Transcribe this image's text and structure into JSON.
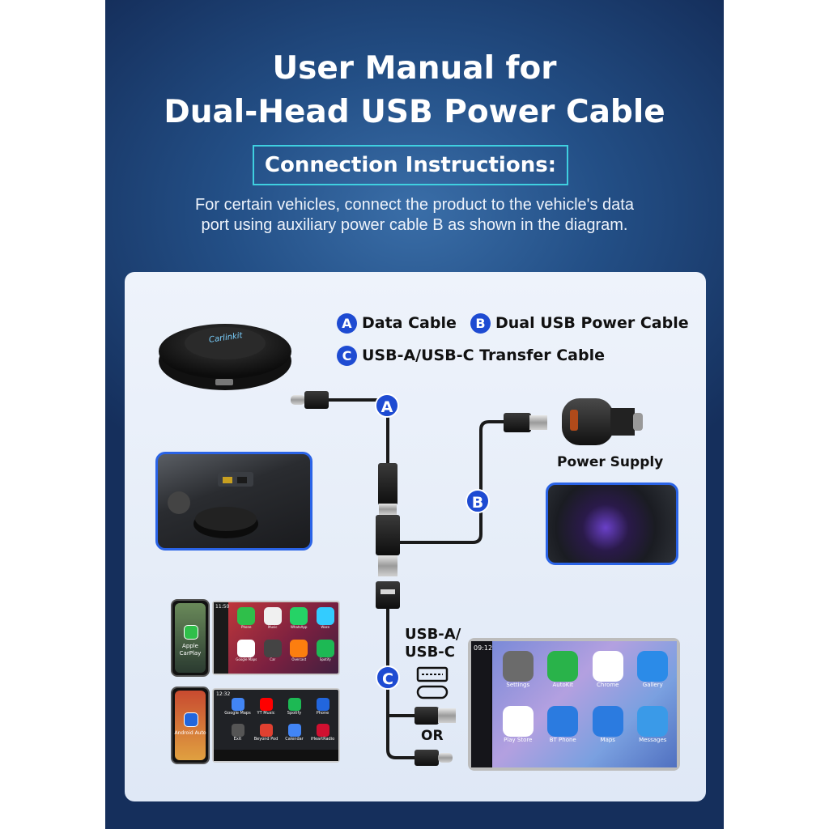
{
  "header": {
    "title_line1": "User Manual for",
    "title_line2": "Dual-Head USB Power Cable",
    "section_title": "Connection Instructions:",
    "description_line1": "For certain vehicles, connect the product to the vehicle's data",
    "description_line2": "port using auxiliary power cable B as shown in the diagram."
  },
  "legend": {
    "a": {
      "badge": "A",
      "label": "Data Cable"
    },
    "b": {
      "badge": "B",
      "label": "Dual USB Power Cable"
    },
    "c": {
      "badge": "C",
      "label": "USB-A/USB-C Transfer Cable"
    }
  },
  "diagram": {
    "cable_a": "A",
    "cable_b": "B",
    "cable_c": "C",
    "power_supply_label": "Power Supply",
    "connector_type_line1": "USB-A/",
    "connector_type_line2": "USB-C",
    "or_label": "OR"
  },
  "device": {
    "logo_text": "Carlinkit"
  },
  "phones": {
    "iphone_label_line1": "Apple",
    "iphone_label_line2": "CarPlay",
    "android_label": "Android Auto"
  },
  "carplay_mini": {
    "time": "11:50",
    "apps": [
      "Phone",
      "Music",
      "WhatsApp",
      "Waze",
      "Google Maps",
      "Car",
      "Overcast",
      "Spotify"
    ]
  },
  "android_mini": {
    "time": "12:32",
    "apps": [
      "Google Maps",
      "YT Music",
      "Spotify",
      "Phone",
      "Exit",
      "Beyond Pod",
      "Calendar",
      "iHeartRadio"
    ]
  },
  "car_screen": {
    "time": "09:12",
    "apps": [
      "Settings",
      "AutoKit",
      "Chrome",
      "Gallery",
      "Play Store",
      "BT Phone",
      "Maps",
      "Messages"
    ]
  },
  "colors": {
    "accent_blue": "#1e4bd2",
    "highlight_cyan": "#3fd0e0",
    "background_navy": "#152f5c"
  }
}
